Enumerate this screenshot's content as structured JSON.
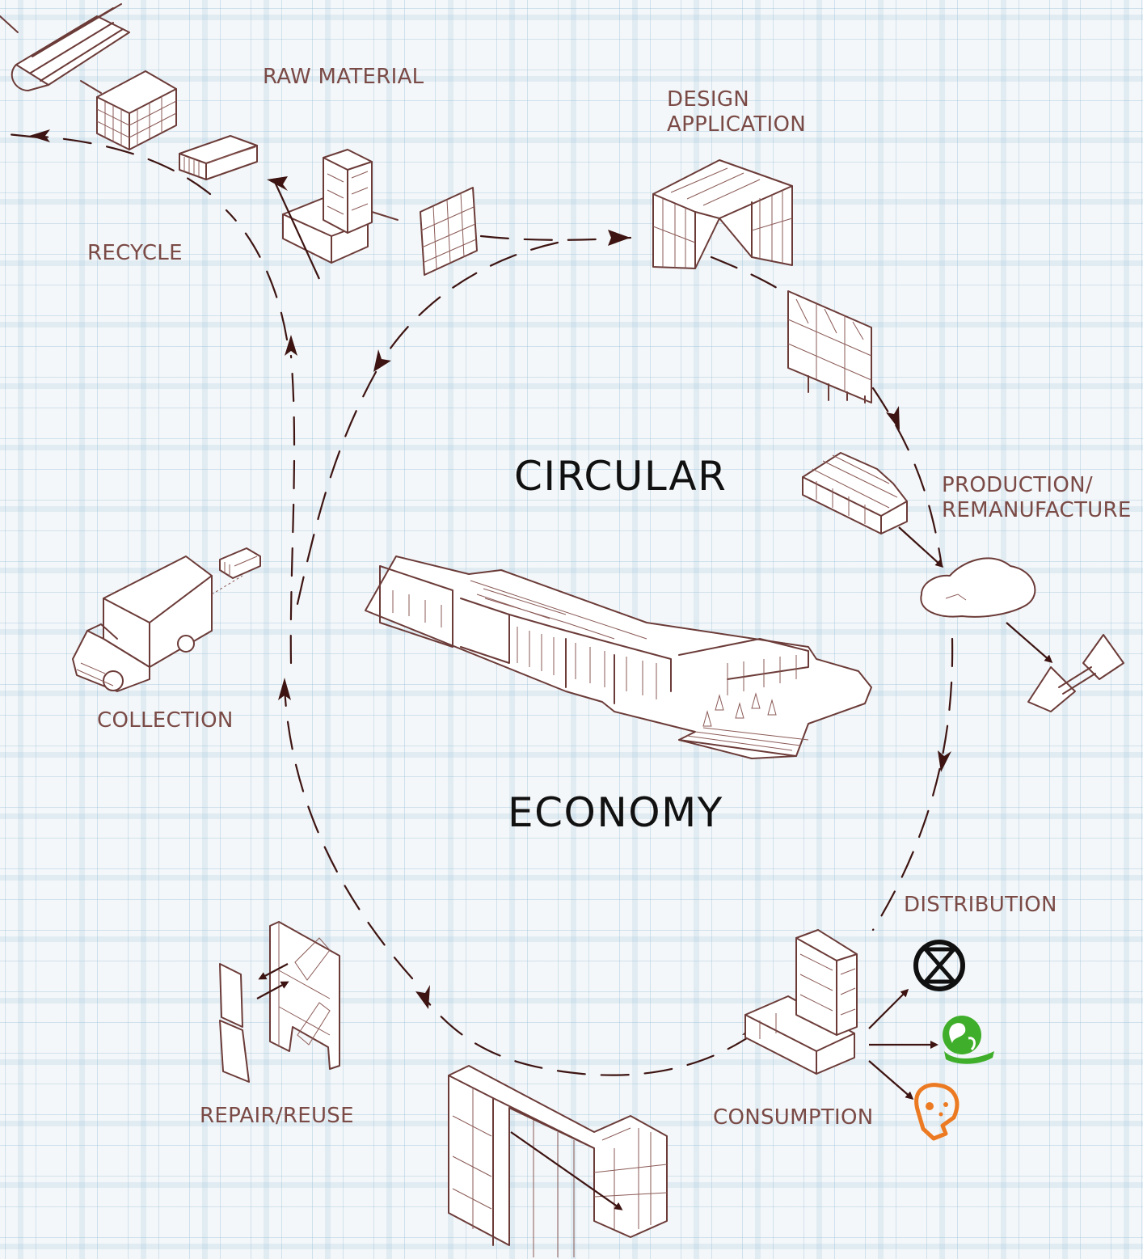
{
  "title": {
    "line1": "CIRCULAR",
    "line2": "ECONOMY"
  },
  "stages": {
    "raw_material": "RAW MATERIAL",
    "design_application": "DESIGN\nAPPLICATION",
    "production": "PRODUCTION/\nREMANUFACTURE",
    "distribution": "DISTRIBUTION",
    "consumption": "CONSUMPTION",
    "repair_reuse": "REPAIR/REUSE",
    "collection": "COLLECTION",
    "recycle": "RECYCLE"
  },
  "colors": {
    "label": "#7a4a46",
    "title": "#111111",
    "line": "#6b3b38",
    "arrow": "#3d1412",
    "extinction_icon": "#111111",
    "earth_icon": "#3fae2a",
    "skull_icon": "#ec7a22",
    "grid": "#96bed7"
  },
  "icons": {
    "extinction": "extinction-symbol-icon",
    "earth": "earth-in-hand-icon",
    "skull": "skull-icon"
  }
}
